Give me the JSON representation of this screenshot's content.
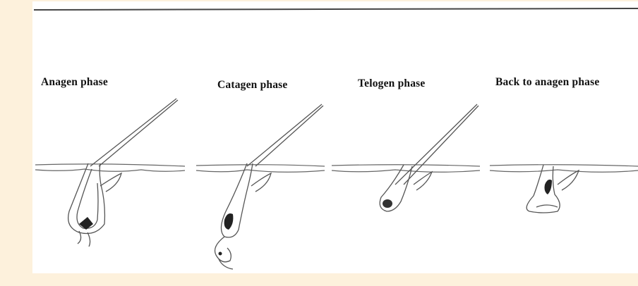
{
  "figure": {
    "phases": [
      {
        "label": "Anagen phase"
      },
      {
        "label": "Catagen phase"
      },
      {
        "label": "Telogen phase"
      },
      {
        "label": "Back to anagen phase"
      }
    ]
  }
}
